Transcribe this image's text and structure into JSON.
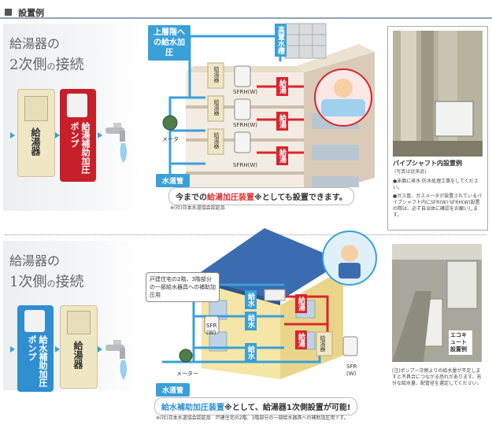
{
  "header": {
    "title": "設置例"
  },
  "top": {
    "panel_title_line1": "給湯器の",
    "panel_title_line2": "2次側",
    "panel_title_line2b": "の",
    "panel_title_line2c": "接続",
    "water_heater": "給湯器",
    "booster_pump": "給湯補助加圧ポンプ",
    "upper_floor_label": "上層階への給水加圧",
    "tank_label": "高置水槽",
    "meter_label": "メータ",
    "water_pipe_label": "水道管",
    "hot_labels": [
      "給湯",
      "給湯",
      "給湯"
    ],
    "heater_labels": [
      "給湯器",
      "給湯器",
      "給湯器"
    ],
    "pump_labels": [
      "SFRH(W)",
      "SFRH(W)",
      "SFRH(W)"
    ],
    "note_prefix": "今までの",
    "note_highlight": "給湯加圧装置",
    "note_suffix": "※としても設置できます。",
    "footnote": "※(社)日本水道協会認証品",
    "photo_caption": "パイプシャフト内設置例",
    "photo_subcaption": "(写真は従来品)",
    "bullets": [
      "●床面に排水·防水処理工事をしてください。",
      "●ガス管、ガスメータが設置されているパイプシャフト内にSFR(W)·SFRH(W)設置の際は、必ず自治体に確認をお願いします。"
    ]
  },
  "bottom": {
    "panel_title_line1": "給湯器の",
    "panel_title_line2": "1次側",
    "panel_title_line2b": "の",
    "panel_title_line2c": "接続",
    "booster_pump": "給水補助加圧ポンプ",
    "water_heater": "給湯器",
    "callout": "戸建住宅の2階、3階部分の一部給水器具への補助加圧用",
    "water_labels": [
      "給水",
      "給水",
      "給水"
    ],
    "hot_labels": [
      "給湯",
      "給湯"
    ],
    "heater_label": "給湯器",
    "pump_labels": [
      "SFR (W)",
      "SFR (W)"
    ],
    "meter_label": "メーター",
    "water_pipe_label": "水道管",
    "note_highlight": "給水補助加圧装置",
    "note_suffix": "※として、給湯器1次側設置が可能!",
    "footnote": "※(社)日本水道協会認証品　戸建住宅の2階、3階部分の一部給水器具への補助加圧用です。",
    "photo_tag": "エコキュート設置例",
    "photo_note": "(注)ポンプ一次側よりの給水量が不足しますと不具合につながる恐れがあります。充分な給水量、配管径を選定してください。"
  },
  "colors": {
    "accent_blue": "#3aa0d8",
    "accent_red": "#d8262e",
    "pump_red": "#c8202a"
  }
}
